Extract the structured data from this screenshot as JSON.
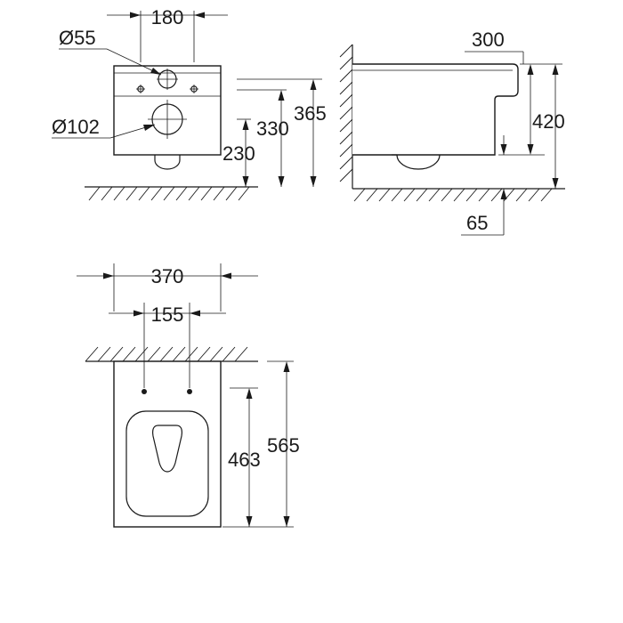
{
  "front_view": {
    "width_label": "180",
    "pipe_diameter_label": "Ø55",
    "outlet_diameter_label": "Ø102",
    "height_230_label": "230",
    "height_330_label": "330",
    "height_365_label": "365"
  },
  "side_view": {
    "depth_300_label": "300",
    "height_420_label": "420",
    "gap_65_label": "65"
  },
  "top_view": {
    "width_370_label": "370",
    "bolt_spacing_label": "155",
    "length_463_label": "463",
    "length_565_label": "565"
  }
}
